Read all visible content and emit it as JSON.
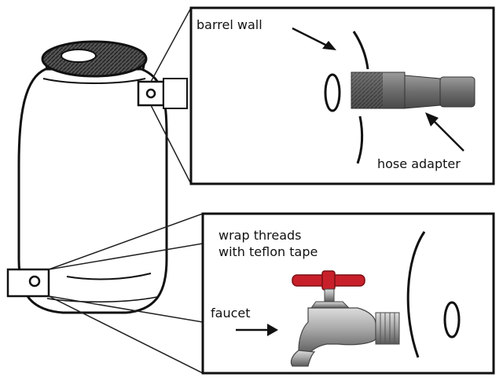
{
  "labels": {
    "barrel_wall": "barrel wall",
    "hose_adapter": "hose adapter",
    "wrap_line1": "wrap threads",
    "wrap_line2": "with teflon tape",
    "faucet": "faucet"
  },
  "colors": {
    "outline": "#111111",
    "handle": "#c8202a",
    "metal": "#9a9a9a",
    "adapter": "#6f6f6f"
  }
}
